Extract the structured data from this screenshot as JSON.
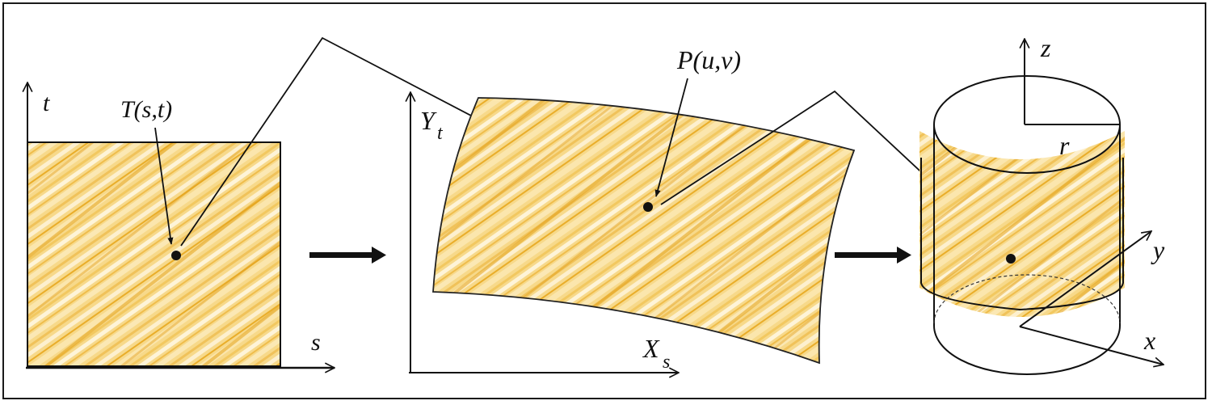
{
  "figure": {
    "description": "Texture mapping pipeline: 2D texture space to parametric surface to cylinder",
    "colors": {
      "texture_base": "#f6d27a",
      "texture_light": "#fdf1cc",
      "texture_streak": "#e8a91c",
      "stroke": "#111111",
      "background": "#ffffff"
    }
  },
  "panels": {
    "texture_space": {
      "axis_vertical_label": "t",
      "axis_horizontal_label": "s",
      "point_label": "T(s,t)"
    },
    "surface_space": {
      "axis_vertical_label": "Y",
      "axis_vertical_subscript": "t",
      "axis_horizontal_label": "X",
      "axis_horizontal_subscript": "s",
      "point_label": "P(u,v)"
    },
    "object_space": {
      "axis_z_label": "z",
      "axis_y_label": "y",
      "axis_x_label": "x",
      "radius_label": "r"
    }
  }
}
